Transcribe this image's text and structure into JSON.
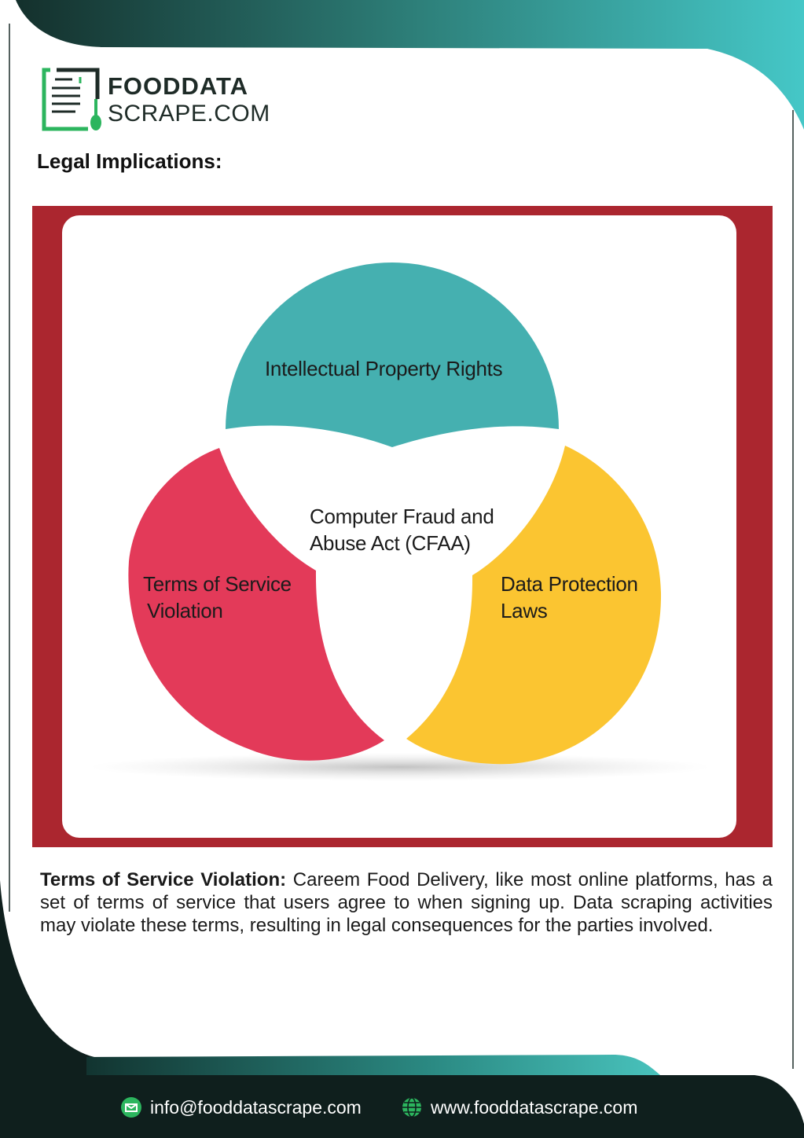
{
  "logo": {
    "line1": "FOODDATA",
    "line2": "SCRAPE.COM"
  },
  "section_title": "Legal Implications:",
  "diagram": {
    "top_circle": "Intellectual Property Rights",
    "center_line1": "Computer Fraud and",
    "center_line2": "Abuse Act (CFAA)",
    "left_line1": "Terms of Service",
    "left_line2": "Violation",
    "right_line1": "Data Protection",
    "right_line2": "Laws"
  },
  "paragraph": {
    "lead": "Terms of Service Violation:",
    "text": " Careem Food Delivery, like most online platforms, has a set of terms of service that users agree to when signing up. Data scraping activities may violate these terms, resulting in legal consequences for the parties involved."
  },
  "footer": {
    "email": "info@fooddatascrape.com",
    "website": "www.fooddatascrape.com"
  },
  "colors": {
    "teal": "#45b0b0",
    "red": "#e33a59",
    "yellow": "#fbc531",
    "frame": "#ab262f",
    "dark": "#0f1f1d",
    "brand_green": "#2cb55e"
  }
}
